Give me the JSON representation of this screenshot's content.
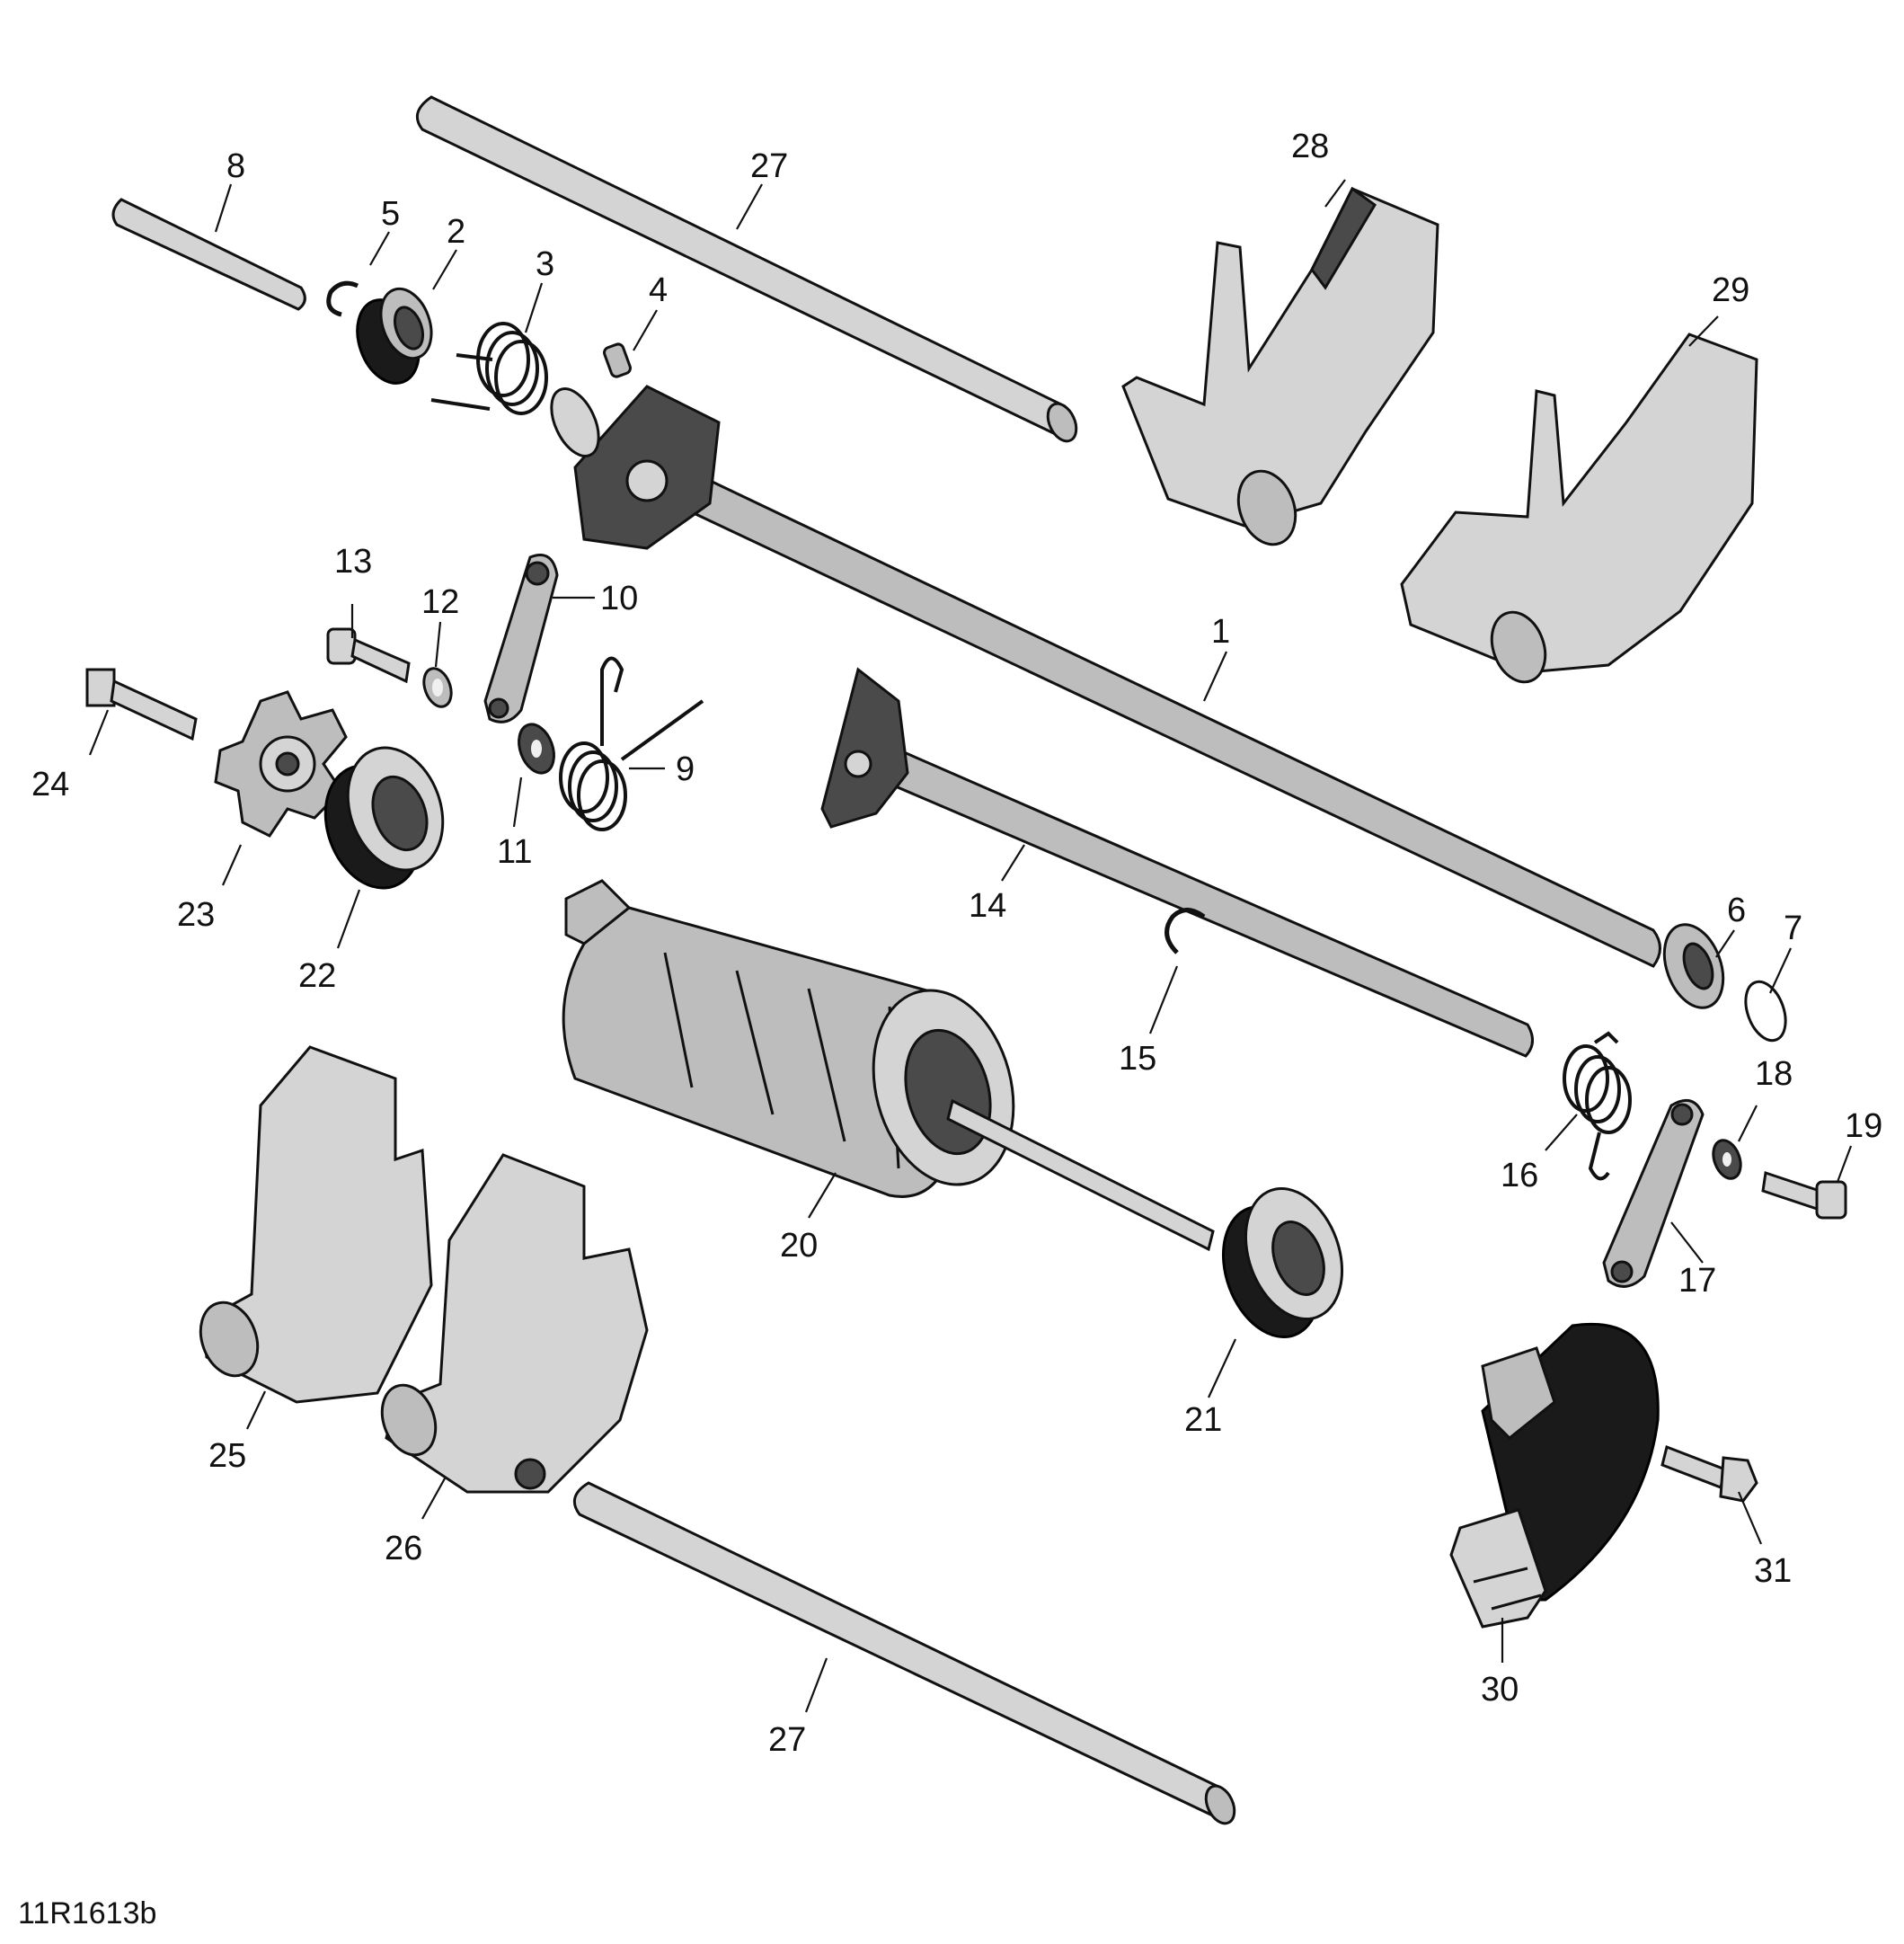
{
  "diagram": {
    "reference_code": "11R1613b",
    "callouts": [
      {
        "id": "c1",
        "label": "1"
      },
      {
        "id": "c2",
        "label": "2"
      },
      {
        "id": "c3",
        "label": "3"
      },
      {
        "id": "c4",
        "label": "4"
      },
      {
        "id": "c5",
        "label": "5"
      },
      {
        "id": "c6",
        "label": "6"
      },
      {
        "id": "c7",
        "label": "7"
      },
      {
        "id": "c8",
        "label": "8"
      },
      {
        "id": "c9",
        "label": "9"
      },
      {
        "id": "c10",
        "label": "10"
      },
      {
        "id": "c11",
        "label": "11"
      },
      {
        "id": "c12",
        "label": "12"
      },
      {
        "id": "c13",
        "label": "13"
      },
      {
        "id": "c14",
        "label": "14"
      },
      {
        "id": "c15",
        "label": "15"
      },
      {
        "id": "c16",
        "label": "16"
      },
      {
        "id": "c17",
        "label": "17"
      },
      {
        "id": "c18",
        "label": "18"
      },
      {
        "id": "c19",
        "label": "19"
      },
      {
        "id": "c20",
        "label": "20"
      },
      {
        "id": "c21",
        "label": "21"
      },
      {
        "id": "c22",
        "label": "22"
      },
      {
        "id": "c23",
        "label": "23"
      },
      {
        "id": "c24",
        "label": "24"
      },
      {
        "id": "c25",
        "label": "25"
      },
      {
        "id": "c26",
        "label": "26"
      },
      {
        "id": "c27a",
        "label": "27"
      },
      {
        "id": "c27b",
        "label": "27"
      },
      {
        "id": "c28",
        "label": "28"
      },
      {
        "id": "c29",
        "label": "29"
      },
      {
        "id": "c30",
        "label": "30"
      },
      {
        "id": "c31",
        "label": "31"
      }
    ]
  }
}
